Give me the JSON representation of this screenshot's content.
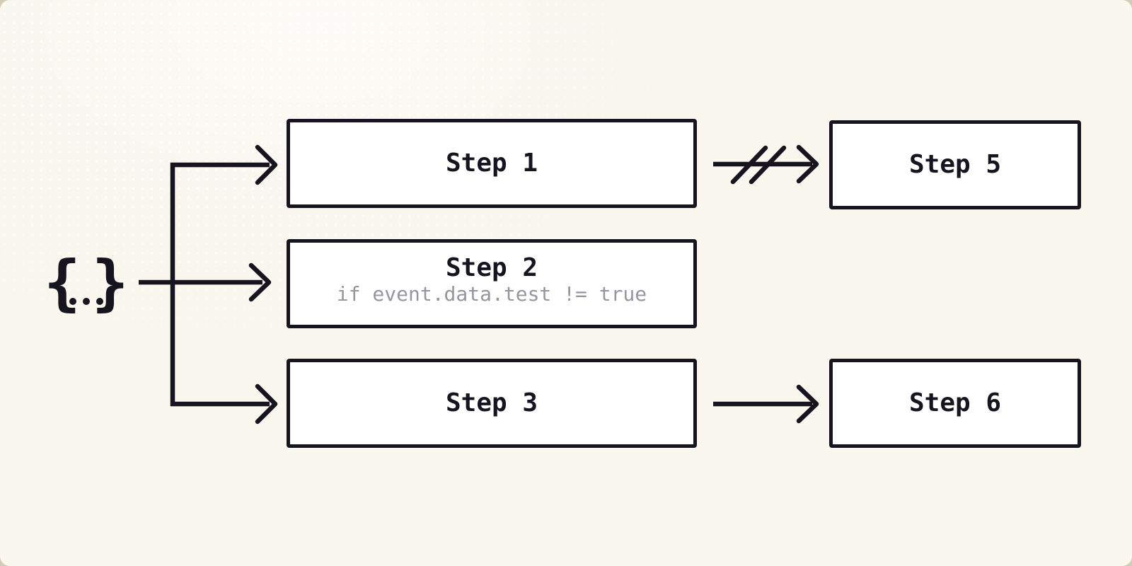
{
  "colors": {
    "ink": "#15141f",
    "background": "#f9f7ee",
    "outer_background": "#d3ccb6",
    "node_fill": "#ffffff",
    "muted_text": "#97959e"
  },
  "trigger": {
    "icon": "braces-ellipsis-icon",
    "brace_left": "{",
    "brace_right": "}"
  },
  "nodes": [
    {
      "id": "step-1",
      "title": "Step 1"
    },
    {
      "id": "step-2",
      "title": "Step 2",
      "condition": "if event.data.test != true"
    },
    {
      "id": "step-3",
      "title": "Step 3"
    },
    {
      "id": "step-5",
      "title": "Step 5"
    },
    {
      "id": "step-6",
      "title": "Step 6"
    }
  ],
  "edges": [
    {
      "from": "trigger",
      "to": "step-1",
      "style": "arrow"
    },
    {
      "from": "trigger",
      "to": "step-2",
      "style": "arrow"
    },
    {
      "from": "trigger",
      "to": "step-3",
      "style": "arrow"
    },
    {
      "from": "step-1",
      "to": "step-5",
      "style": "arrow-cancelled"
    },
    {
      "from": "step-3",
      "to": "step-6",
      "style": "arrow"
    }
  ]
}
